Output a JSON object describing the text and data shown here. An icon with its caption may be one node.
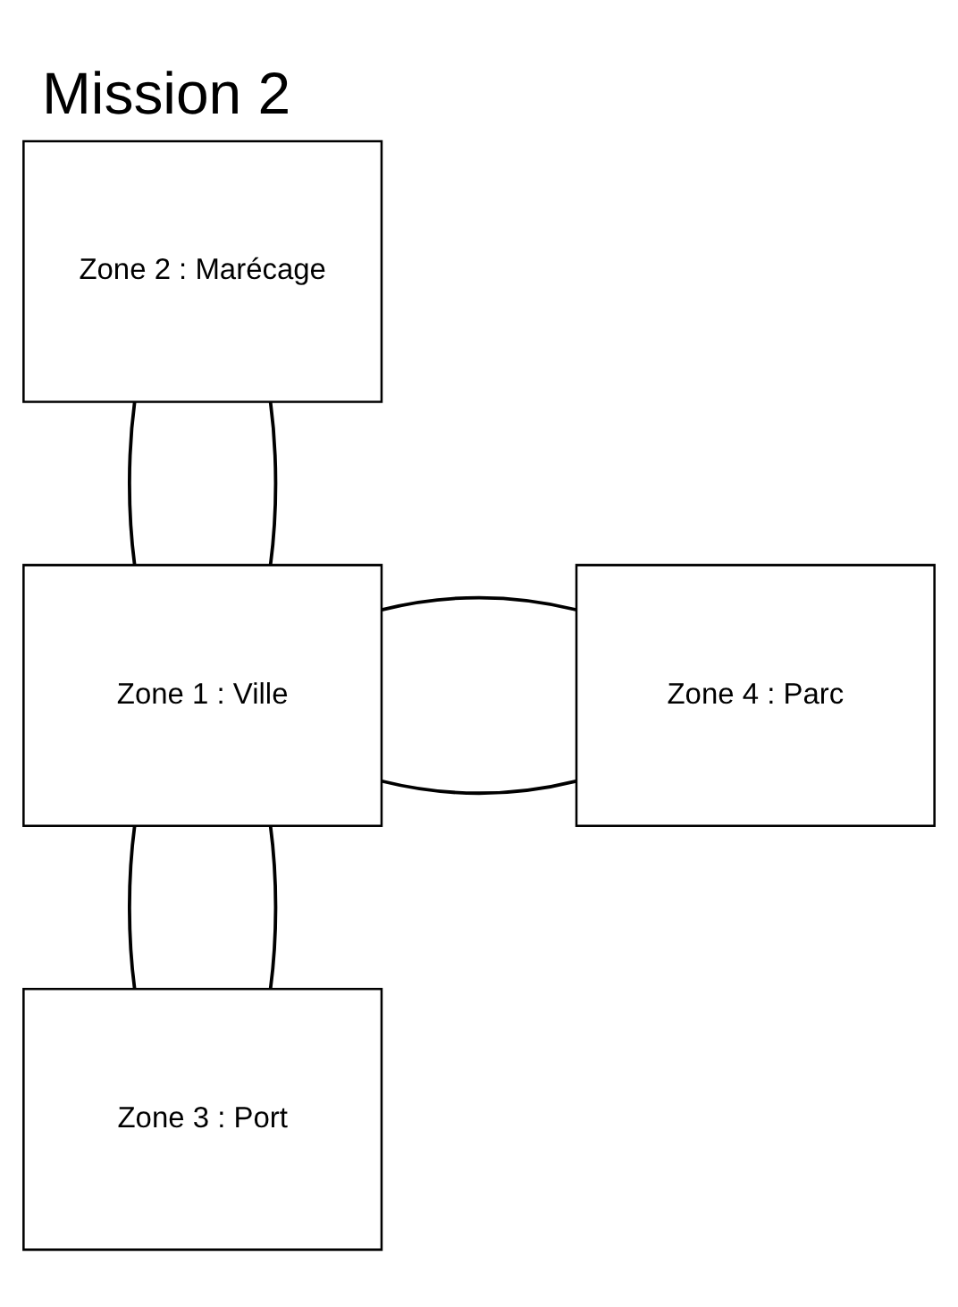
{
  "diagram": {
    "title": "Mission 2",
    "nodes": [
      {
        "text": [
          "Zone 2 : Marécage"
        ]
      },
      {
        "text": [
          "Zone 1 : Ville"
        ]
      },
      {
        "text": [
          "Zone 4 : Parc"
        ]
      },
      {
        "text": [
          "Zone 3 : Port"
        ]
      }
    ],
    "edges": [
      {
        "from": 0,
        "to": 1,
        "arrow": "none"
      },
      {
        "from": 0,
        "to": 1,
        "arrow": "none"
      },
      {
        "from": 1,
        "to": 2,
        "arrow": "none"
      },
      {
        "from": 1,
        "to": 2,
        "arrow": "none"
      },
      {
        "from": 1,
        "to": 3,
        "arrow": "none"
      },
      {
        "from": 1,
        "to": 3,
        "arrow": "none"
      }
    ]
  }
}
